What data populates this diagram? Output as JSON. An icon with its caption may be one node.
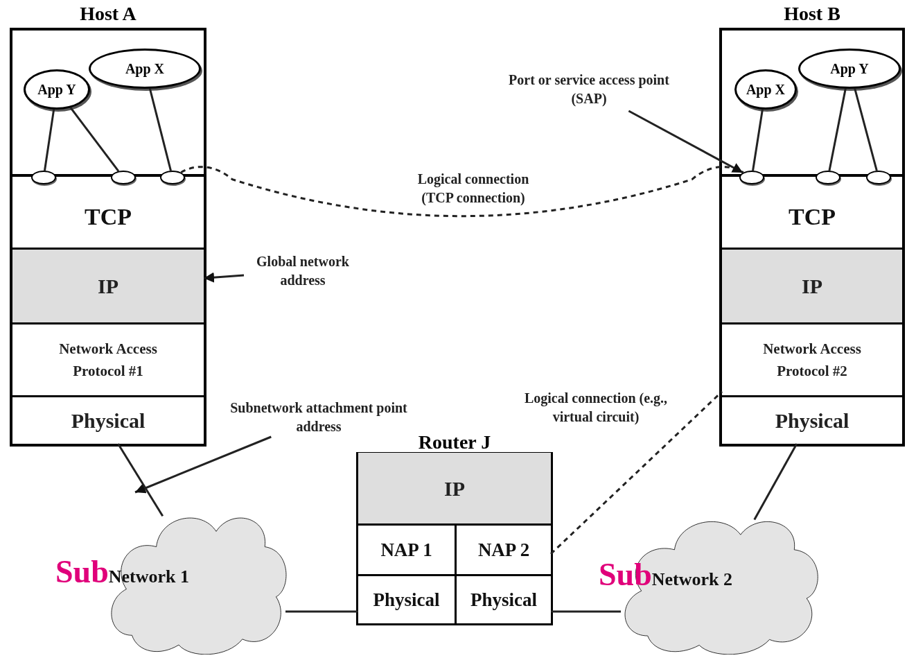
{
  "diagram": {
    "nodes": [
      {
        "text": [
          "Host A"
        ]
      },
      {
        "text": [
          "App Y"
        ],
        "in": 0
      },
      {
        "text": [
          "App X"
        ],
        "in": 0
      },
      {
        "text": [],
        "shape": "ellipse",
        "in": 0
      },
      {
        "text": [],
        "shape": "ellipse",
        "in": 0
      },
      {
        "text": [],
        "shape": "ellipse",
        "in": 0
      },
      {
        "text": [
          "TCP"
        ],
        "in": 0
      },
      {
        "text": [
          "IP"
        ],
        "in": 0
      },
      {
        "text": [
          "Network Access Protocol #1"
        ],
        "in": 0
      },
      {
        "text": [
          "Physical"
        ],
        "in": 0
      },
      {
        "text": [
          "Host B"
        ]
      },
      {
        "text": [
          "App X"
        ],
        "in": 10
      },
      {
        "text": [
          "App Y"
        ],
        "in": 10
      },
      {
        "text": [],
        "shape": "ellipse",
        "in": 10
      },
      {
        "text": [],
        "shape": "ellipse",
        "in": 10
      },
      {
        "text": [],
        "shape": "ellipse",
        "in": 10
      },
      {
        "text": [
          "TCP"
        ],
        "in": 10
      },
      {
        "text": [
          "IP"
        ],
        "in": 10
      },
      {
        "text": [
          "Network Access Protocol #2"
        ],
        "in": 10
      },
      {
        "text": [
          "Physical"
        ],
        "in": 10
      },
      {
        "text": [
          "Router J"
        ]
      },
      {
        "text": [
          "IP"
        ],
        "in": 20
      },
      {
        "text": [
          "NAP 1"
        ],
        "in": 20
      },
      {
        "text": [
          "NAP 2"
        ],
        "in": 20
      },
      {
        "text": [
          "Physical"
        ],
        "in": 20
      },
      {
        "text": [
          "Physical"
        ],
        "in": 20
      },
      {
        "text": [
          "Sub",
          "Network 1"
        ]
      },
      {
        "text": [
          "Sub",
          "Network 2"
        ]
      },
      {
        "text": [
          "Port or service access point (SAP)"
        ]
      },
      {
        "text": [
          "Global network address"
        ]
      },
      {
        "text": [
          "Subnetwork attachment point address"
        ]
      }
    ],
    "edges": [
      {
        "from": 1,
        "to": 3,
        "arrow": "none"
      },
      {
        "from": 1,
        "to": 4,
        "arrow": "none"
      },
      {
        "from": 2,
        "to": 5,
        "arrow": "none"
      },
      {
        "from": 11,
        "to": 13,
        "arrow": "none"
      },
      {
        "from": 12,
        "to": 14,
        "arrow": "none"
      },
      {
        "from": 12,
        "to": 15,
        "arrow": "none"
      },
      {
        "from": 5,
        "to": 13,
        "arrow": "none",
        "style": "dashed",
        "label": "Logical connection (TCP connection)"
      },
      {
        "from": 28,
        "to": 13,
        "arrow": "to"
      },
      {
        "from": 29,
        "to": 7,
        "arrow": "to"
      },
      {
        "from": 30,
        "to": null,
        "arrow": "to"
      },
      {
        "from": 9,
        "to": 26,
        "arrow": "none"
      },
      {
        "from": 19,
        "to": 27,
        "arrow": "none"
      },
      {
        "from": 26,
        "to": 24,
        "arrow": "none"
      },
      {
        "from": 25,
        "to": 27,
        "arrow": "none"
      },
      {
        "from": 23,
        "to": 18,
        "arrow": "none",
        "style": "dashed",
        "label": "Logical connection (e.g., virtual circuit)"
      }
    ]
  }
}
